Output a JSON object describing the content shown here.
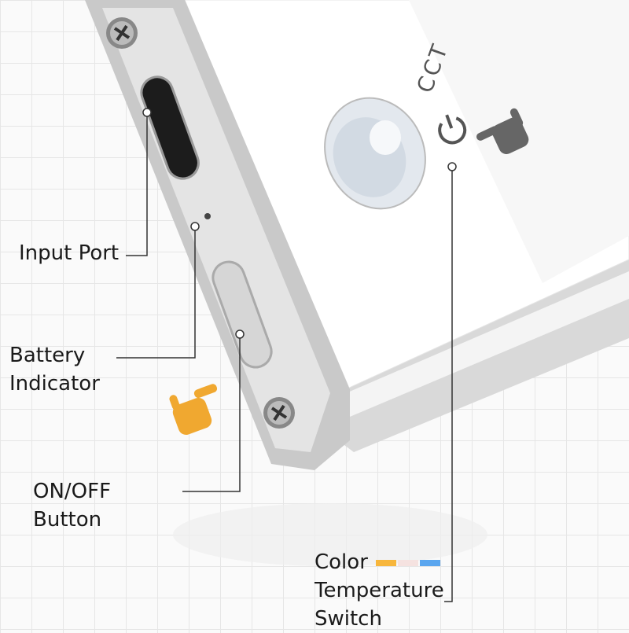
{
  "device": {
    "cct_marking": "CCT",
    "power_icon": "power-icon",
    "touch_icon": "hand-pointer-icon"
  },
  "labels": {
    "input_port": "Input Port",
    "battery_indicator_line1": "Battery",
    "battery_indicator_line2": "Indicator",
    "on_off_line1": "ON/OFF",
    "on_off_line2": "Button",
    "cct_line1": "Color",
    "cct_line2": "Temperature",
    "cct_line3": "Switch"
  },
  "colors": {
    "warm": "#f7b63c",
    "neutral": "#f5e2e0",
    "cool": "#5aa6ef",
    "hand_orange": "#f0a830",
    "hand_gray": "#666666"
  }
}
